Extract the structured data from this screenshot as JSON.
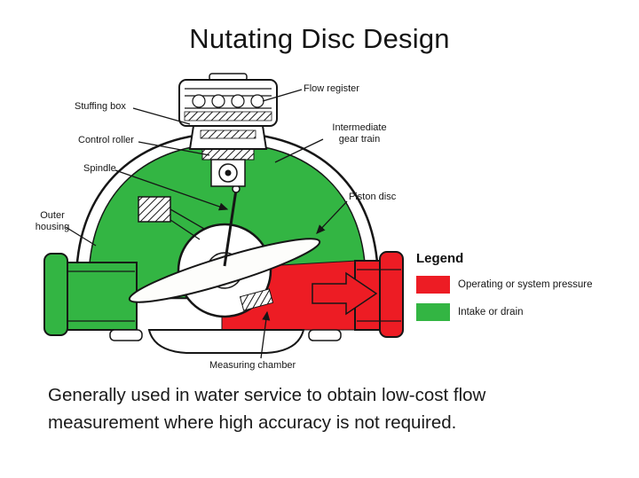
{
  "slide": {
    "title": "Nutating Disc Design",
    "caption": "Generally used in water service to obtain low-cost flow measurement where high accuracy is not required."
  },
  "diagram": {
    "labels": {
      "flow_register": "Flow register",
      "stuffing_box": "Stuffing box",
      "control_roller": "Control roller",
      "spindle": "Spindle",
      "intermediate_gear_train": "Intermediate gear train",
      "piston_disc": "Piston disc",
      "outer_housing": "Outer housing",
      "measuring_chamber": "Measuring chamber"
    },
    "colors": {
      "pressure_red": "#ed1c24",
      "intake_green": "#33b543",
      "line_black": "#161616"
    }
  },
  "legend": {
    "title": "Legend",
    "items": [
      {
        "label": "Operating or system pressure",
        "color": "#ed1c24"
      },
      {
        "label": "Intake or drain",
        "color": "#33b543"
      }
    ]
  }
}
